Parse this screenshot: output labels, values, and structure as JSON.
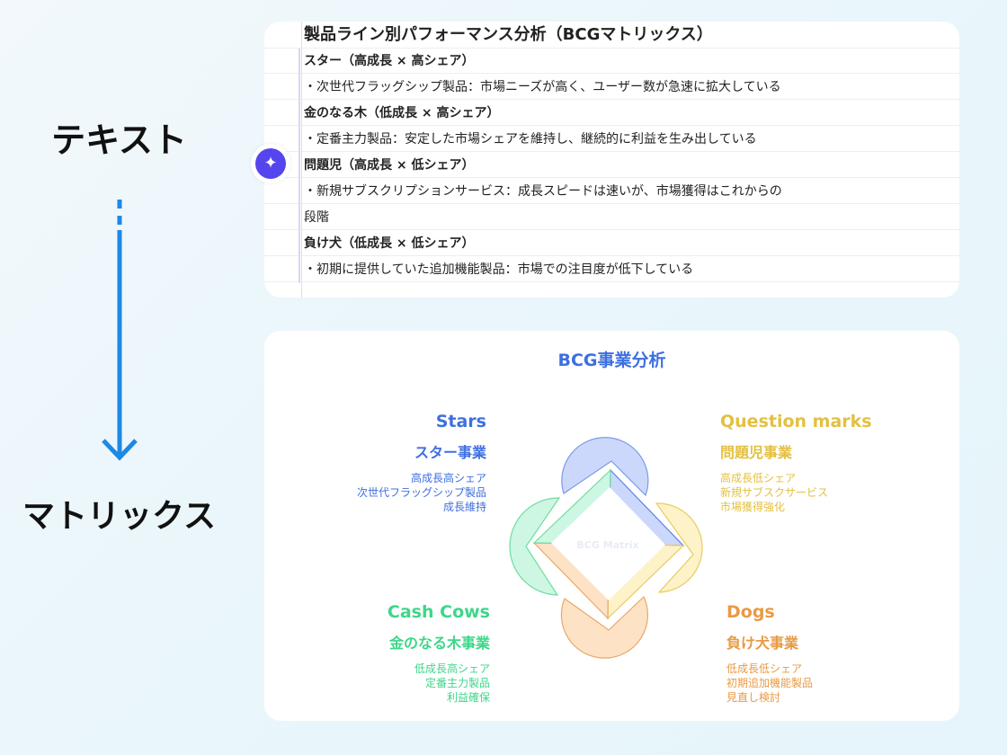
{
  "left_labels": {
    "top": "テキスト",
    "bottom": "マトリックス"
  },
  "document": {
    "title": "製品ライン別パフォーマンス分析（BCGマトリックス）",
    "rows": [
      {
        "type": "h",
        "text": "スター（高成長 × 高シェア）"
      },
      {
        "type": "p",
        "text": "・次世代フラッグシップ製品：市場ニーズが高く、ユーザー数が急速に拡大している"
      },
      {
        "type": "h",
        "text": "金のなる木（低成長 × 高シェア）"
      },
      {
        "type": "p",
        "text": "・定番主力製品：安定した市場シェアを維持し、継続的に利益を生み出している"
      },
      {
        "type": "h",
        "text": "問題児（高成長 × 低シェア）"
      },
      {
        "type": "p",
        "text": "・新規サブスクリプションサービス：成長スピードは速いが、市場獲得はこれからの"
      },
      {
        "type": "p",
        "text": "段階"
      },
      {
        "type": "h",
        "text": "負け犬（低成長 × 低シェア）"
      },
      {
        "type": "p",
        "text": "・初期に提供していた追加機能製品：市場での注目度が低下している"
      }
    ]
  },
  "ai_button": {
    "icon": "sparkle-icon"
  },
  "diagram": {
    "title": "BCG事業分析",
    "center_label": "BCG Matrix",
    "quadrants": {
      "stars": {
        "en": "Stars",
        "jp": "スター事業",
        "lines": [
          "高成長高シェア",
          "次世代フラッグシップ製品",
          "成長維持"
        ],
        "color": "#3f6fe0",
        "fill": "#cbd8fb"
      },
      "question": {
        "en": "Question marks",
        "jp": "問題児事業",
        "lines": [
          "高成長低シェア",
          "新規サブスクサービス",
          "市場獲得強化"
        ],
        "color": "#e3c040",
        "fill": "#fdf2c8"
      },
      "cows": {
        "en": "Cash Cows",
        "jp": "金のなる木事業",
        "lines": [
          "低成長高シェア",
          "定番主力製品",
          "利益確保"
        ],
        "color": "#3ed68a",
        "fill": "#cdf7e2"
      },
      "dogs": {
        "en": "Dogs",
        "jp": "負け犬事業",
        "lines": [
          "低成長低シェア",
          "初期追加機能製品",
          "見直し検討"
        ],
        "color": "#e89a45",
        "fill": "#fde2c6"
      }
    }
  }
}
